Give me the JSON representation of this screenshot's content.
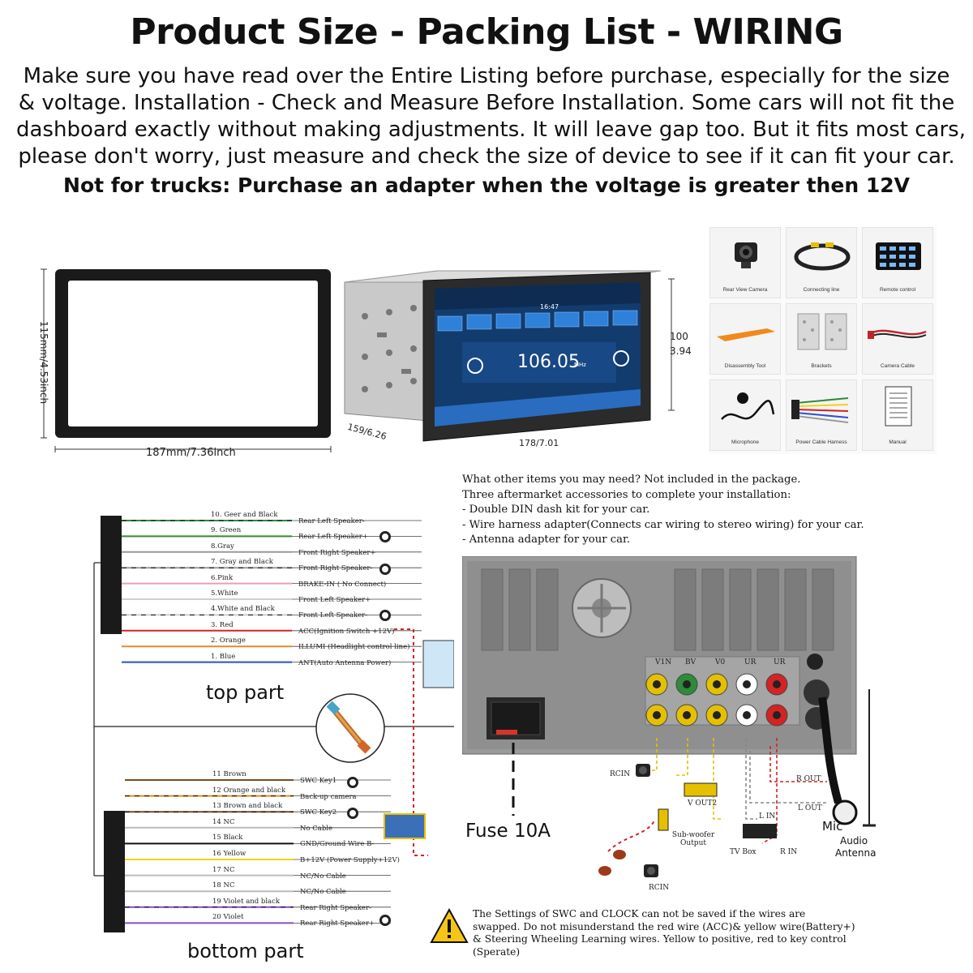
{
  "header": {
    "title": "Product Size - Packing List - WIRING",
    "notice_lines": [
      "Make sure you have read over the Entire Listing before purchase, especially for the size",
      "& voltage. Installation - Check and Measure Before Installation. Some cars will not fit the",
      "dashboard exactly without making adjustments. It will leave gap too. But it fits most cars,",
      "please don't worry, just measure and check the size of device to see if it can fit your car."
    ],
    "warning": "Not for trucks: Purchase an adapter when the voltage is greater then 12V"
  },
  "dimensions": {
    "frame_width": "187mm/7.36inch",
    "frame_height": "115mm/4.53inch",
    "unit_height_mm": "100",
    "unit_height_in": "3.94",
    "unit_depth": "159/6.26",
    "unit_width": "178/7.01"
  },
  "radio_screen": {
    "time": "16:47",
    "frequency": "106.05",
    "band": "MHz"
  },
  "packing_list": [
    {
      "label": "Rear View Camera",
      "icon": "rear-camera-icon"
    },
    {
      "label": "Connecting line",
      "icon": "connecting-line-icon"
    },
    {
      "label": "Remote control",
      "icon": "remote-control-icon"
    },
    {
      "label": "Disassembly Tool",
      "icon": "disassembly-tool-icon"
    },
    {
      "label": "Brackets",
      "icon": "brackets-icon"
    },
    {
      "label": "Camera Cable",
      "icon": "camera-cable-icon"
    },
    {
      "label": "Microphone",
      "icon": "microphone-icon"
    },
    {
      "label": "Power Cable Harness",
      "icon": "harness-icon"
    },
    {
      "label": "Manual",
      "icon": "manual-icon"
    }
  ],
  "need": {
    "lines": [
      "What other items you may need? Not included in the package.",
      "Three aftermarket accessories to complete your installation:",
      "- Double DIN dash kit for your car.",
      "- Wire harness adapter(Connects car wiring to stereo wiring) for your car.",
      "- Antenna adapter for your car."
    ]
  },
  "top_wires": [
    {
      "label": "10.  Geer and Black",
      "func": "Rear Left Speaker-",
      "color": "#2e8b3a",
      "stripe": "#111111"
    },
    {
      "label": "9. Green",
      "func": "Rear Left Speaker+",
      "color": "#2e8b3a",
      "stripe": ""
    },
    {
      "label": "8.Gray",
      "func": "Front Right Speaker+",
      "color": "#9a9a9a",
      "stripe": ""
    },
    {
      "label": "7. Gray and Black",
      "func": "Front Right Speaker-",
      "color": "#9a9a9a",
      "stripe": "#111111"
    },
    {
      "label": "6.Pink",
      "func": "BRAKE-IN ( No Connect)",
      "color": "#e7a0b4",
      "stripe": ""
    },
    {
      "label": "5.White",
      "func": "Front Left Speaker+",
      "color": "#cfcfcf",
      "stripe": ""
    },
    {
      "label": "4.White and Black",
      "func": "Front Left Speaker-",
      "color": "#cfcfcf",
      "stripe": "#111111"
    },
    {
      "label": "3. Red",
      "func": "ACC(Ignition Switch +12V)",
      "color": "#d42323",
      "stripe": ""
    },
    {
      "label": "2. Orange",
      "func": "ILLUMI (Headlight control line)",
      "color": "#e08a2a",
      "stripe": ""
    },
    {
      "label": "1. Blue",
      "func": "ANT(Auto Antenna Power)",
      "color": "#2a4fd0",
      "stripe": ""
    }
  ],
  "bottom_wires": [
    {
      "label": "11 Brown",
      "func": "SWC Key1",
      "color": "#7a4a20",
      "stripe": ""
    },
    {
      "label": "12 Orange and black",
      "func": "Back-up camera",
      "color": "#e08a2a",
      "stripe": "#111111"
    },
    {
      "label": "13 Brown and black",
      "func": "SWC Key2",
      "color": "#7a4a20",
      "stripe": "#111111"
    },
    {
      "label": "14 NC",
      "func": "No Cable",
      "color": "#bbbbbb",
      "stripe": ""
    },
    {
      "label": "15 Black",
      "func": "GND/Ground Wire B-",
      "color": "#111111",
      "stripe": ""
    },
    {
      "label": "16 Yellow",
      "func": "B+12V (Power Supply+12V)",
      "color": "#f3d21a",
      "stripe": ""
    },
    {
      "label": "17 NC",
      "func": "NC/No Cable",
      "color": "#bbbbbb",
      "stripe": ""
    },
    {
      "label": "18 NC",
      "func": "NC/No Cable",
      "color": "#bbbbbb",
      "stripe": ""
    },
    {
      "label": "19 Violet and black",
      "func": "Rear Right Speaker-",
      "color": "#8a4fc0",
      "stripe": "#111111"
    },
    {
      "label": "20 Violet",
      "func": "Rear Right Speaker+",
      "color": "#8a4fc0",
      "stripe": ""
    }
  ],
  "parts": {
    "top": "top part",
    "bottom": "bottom part"
  },
  "fuse": "Fuse 10A",
  "rear_ports": {
    "top_labels": [
      "V1N",
      "BV",
      "V0",
      "UR",
      "UR"
    ],
    "rcin_label": "RCIN",
    "vout_label": "V OUT2",
    "subwoofer_label": "Sub-woofer Output",
    "tvbox_label": "TV Box",
    "lin_label": "L IN",
    "rin_label": "R IN",
    "rout_label": "R OUT",
    "lout_label": "L OUT",
    "mic_label": "Mic",
    "audio_label": "Audio",
    "antenna_label": "Antenna"
  },
  "note": {
    "lines": [
      "The Settings of SWC and CLOCK can not be saved if the wires are",
      "swapped. Do not misunderstand the red wire (ACC)& yellow wire(Battery+)",
      "& Steering Wheeling Learning wires. Yellow to positive, red to key control",
      "(Sperate)"
    ]
  },
  "colors": {
    "accent_yellow": "#f5c518",
    "housing_gray": "#8f8f8f",
    "screen_blue": "#1f5fa8"
  }
}
